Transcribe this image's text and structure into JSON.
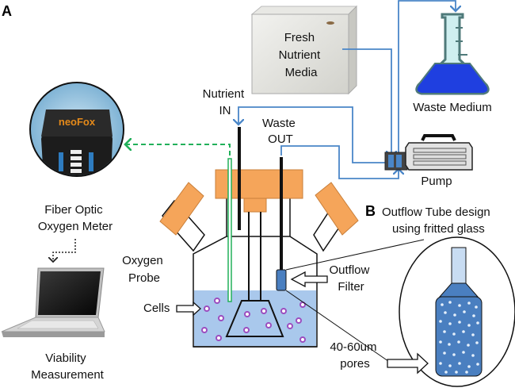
{
  "figure": {
    "panel_a": "A",
    "panel_b": "B",
    "panel_b_title_line1": "Outflow Tube design",
    "panel_b_title_line2": "using fritted glass"
  },
  "labels": {
    "fresh_media": [
      "Fresh",
      "Nutrient",
      "Media"
    ],
    "waste_medium": "Waste Medium",
    "nutrient_in": [
      "Nutrient",
      "IN"
    ],
    "waste_out": [
      "Waste",
      "OUT"
    ],
    "pump": "Pump",
    "fiber_optic": [
      "Fiber Optic",
      "Oxygen Meter"
    ],
    "oxygen_probe": [
      "Oxygen",
      "Probe"
    ],
    "cells": "Cells",
    "outflow_filter": [
      "Outflow",
      "Filter"
    ],
    "pores": [
      "40-60um",
      "pores"
    ],
    "viability": [
      "Viability",
      "Measurement"
    ]
  },
  "device_text": {
    "meter_brand": "neoFox"
  },
  "colors": {
    "tubing": "#4a86c8",
    "probe_fiber": "#22b05a",
    "cap_orange": "#f5a55a",
    "medium": "#a9c8ec",
    "cells": "#9b4dbf",
    "frit": "#4a7fc0",
    "waste_liquid": "#1f3fe0"
  }
}
